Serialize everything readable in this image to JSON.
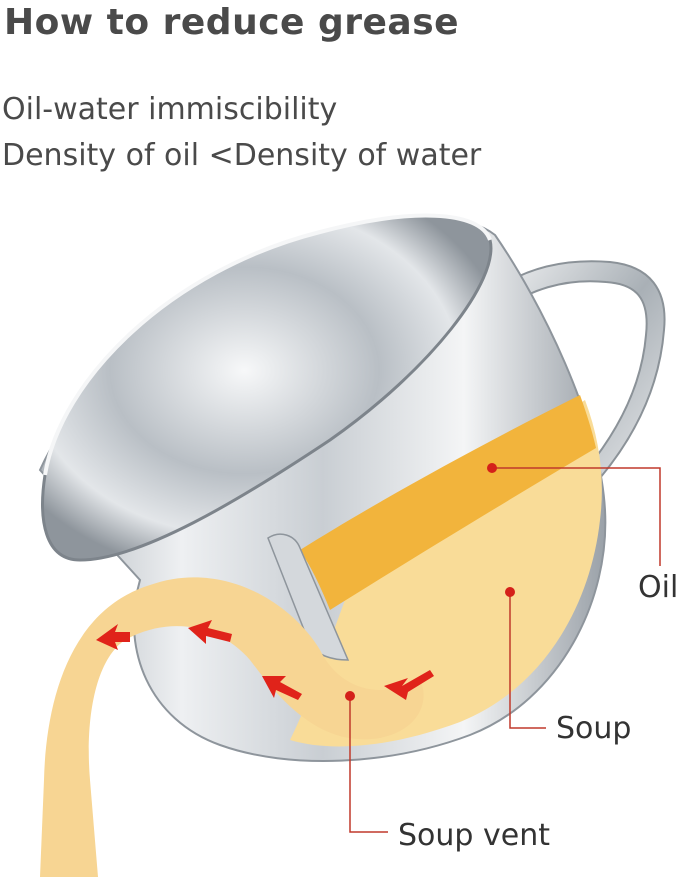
{
  "heading": {
    "title": "How to reduce grease",
    "line1": "Oil-water immiscibility",
    "line2": "Density of oil  <Density of water"
  },
  "labels": {
    "oil": "Oil",
    "soup": "Soup",
    "soup_vent": "Soup vent"
  },
  "colors": {
    "oil": "#f2b43c",
    "soup": "#f9dc98",
    "stream": "#f7d593",
    "arrow": "#e0231a",
    "leader": "#c0392b",
    "text": "#4a4a4a",
    "steel_light": "#e9ecef",
    "steel_dark": "#8d949b"
  }
}
